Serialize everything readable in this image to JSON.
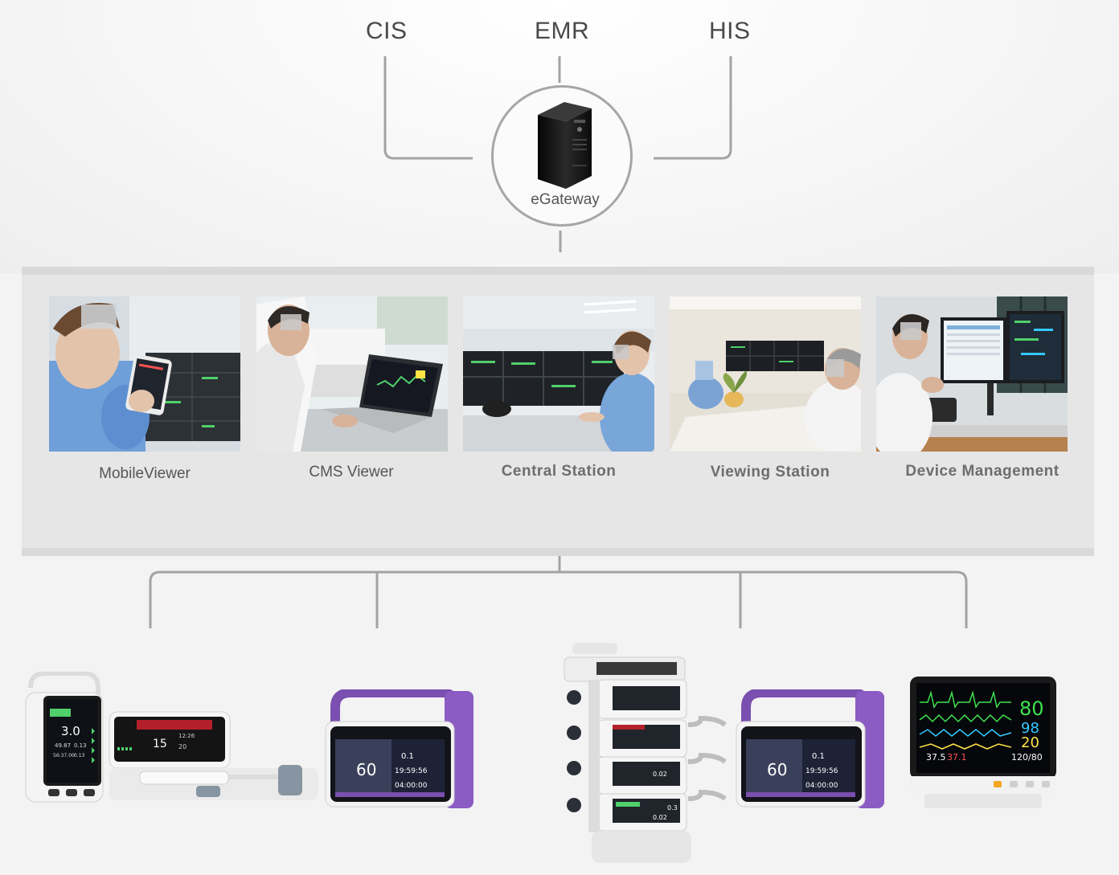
{
  "systems": [
    {
      "id": "cis",
      "label": "CIS"
    },
    {
      "id": "emr",
      "label": "EMR"
    },
    {
      "id": "his",
      "label": "HIS"
    }
  ],
  "gateway": {
    "label": "eGateway"
  },
  "viewers": [
    {
      "id": "mobile-viewer",
      "label": "MobileViewer"
    },
    {
      "id": "cms-viewer",
      "label": "CMS Viewer"
    },
    {
      "id": "central-station",
      "label": "Central Station"
    },
    {
      "id": "viewing-station",
      "label": "Viewing Station"
    },
    {
      "id": "device-management",
      "label": "Device Management"
    }
  ],
  "devices": {
    "vital_monitor": {
      "value_main": "3.0",
      "value_a": "49.87",
      "value_b": "0.13",
      "value_c": "56:37.00",
      "value_d": "0.13"
    },
    "syringe_pump": {
      "value_main": "15",
      "value_small": "20",
      "value_time": "12:26"
    },
    "infusion_pump_1": {
      "rate": "60",
      "volume": "0.1",
      "time": "19:59:56",
      "remain": "04:00:00"
    },
    "pump_stack": {
      "value_a": "0.02",
      "value_b": "0.3",
      "value_c": "0.02"
    },
    "infusion_pump_2": {
      "rate": "60",
      "volume": "0.1",
      "time": "19:59:56",
      "remain": "04:00:00"
    },
    "patient_monitor": {
      "hr": "80",
      "spo2": "98",
      "rr": "20",
      "temp1": "37.5",
      "temp2": "37.1",
      "nibp": "120/80"
    }
  },
  "colors": {
    "line": "#a3a3a3",
    "purple": "#7b4fb0",
    "screen": "#1e2236",
    "green": "#4fd06a",
    "monitor_green": "#3ee24e",
    "monitor_cyan": "#35c8ff",
    "monitor_yellow": "#ffe347"
  }
}
